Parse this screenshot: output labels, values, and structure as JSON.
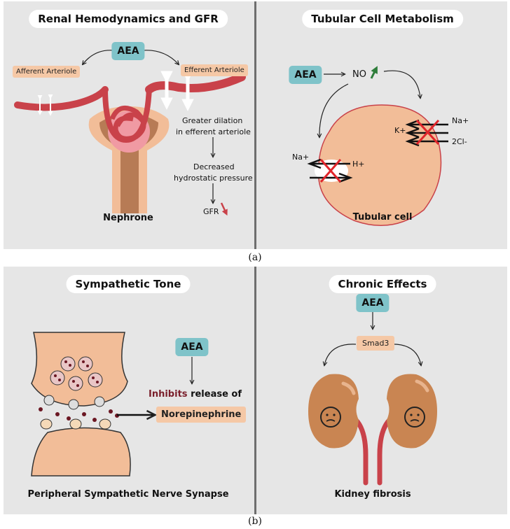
{
  "panel_a_label": "(a)",
  "panel_b_label": "(b)",
  "renal": {
    "title": "Renal Hemodynamics and GFR",
    "aea": "AEA",
    "afferent": "Afferent Arteriole",
    "efferent": "Efferent Arteriole",
    "step1_line1": "Greater dilation",
    "step1_line2": "in efferent arteriole",
    "step2_line1": "Decreased",
    "step2_line2": "hydrostatic pressure",
    "gfr": "GFR",
    "caption": "Nephrone"
  },
  "tubular": {
    "title": "Tubular Cell Metabolism",
    "aea": "AEA",
    "no": "NO",
    "na_right": "Na+",
    "k": "K+",
    "cl": "2Cl-",
    "na_left": "Na+",
    "h": "H+",
    "caption": "Tubular cell"
  },
  "sympathetic": {
    "title": "Sympathetic Tone",
    "aea": "AEA",
    "inhibits": "Inhibits",
    "release": "release of",
    "norepinephrine": "Norepinephrine",
    "caption": "Peripheral Sympathetic Nerve Synapse"
  },
  "chronic": {
    "title": "Chronic Effects",
    "aea": "AEA",
    "smad3": "Smad3",
    "caption": "Kidney fibrosis"
  },
  "colors": {
    "panel_bg": "#e6e6e6",
    "aea_teal": "#7fc3c9",
    "peach": "#f5c8a6",
    "vessel_red": "#c9424a",
    "inhibit_maroon": "#7a1f2b",
    "kidney_brown": "#c98552"
  }
}
